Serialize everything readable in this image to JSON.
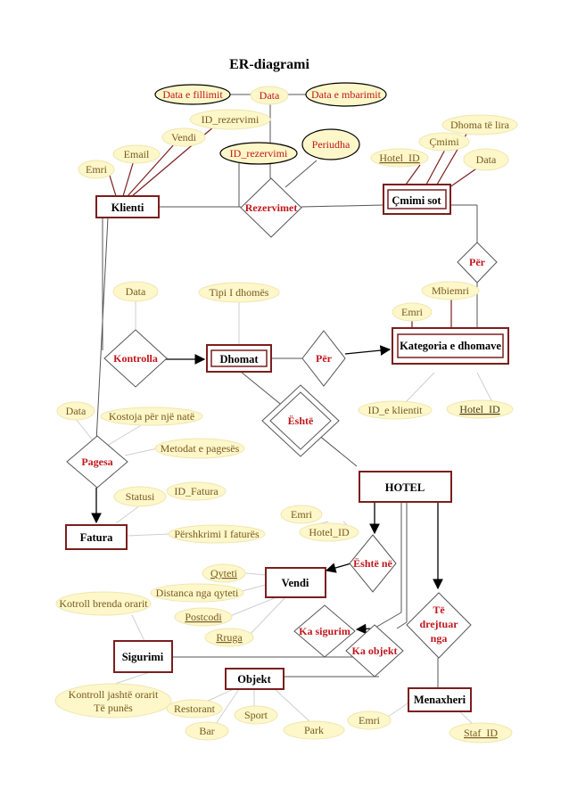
{
  "title": "ER-diagrami",
  "entities": {
    "klienti": "Klienti",
    "cmimi_sot": "Çmimi sot",
    "dhomat": "Dhomat",
    "kategoria": "Kategoria e dhomave",
    "hotel": "HOTEL",
    "fatura": "Fatura",
    "vendi": "Vendi",
    "sigurimi": "Sigurimi",
    "objekt": "Objekt",
    "menaxheri": "Menaxheri"
  },
  "relationships": {
    "rezervimet": "Rezervimet",
    "per_top": "Për",
    "kontrolla": "Kontrolla",
    "per_mid": "Për",
    "eshte": "Është",
    "pagesa": "Pagesa",
    "eshte_ne": "Është në",
    "ka_sigurim": "Ka sigurim",
    "ka_objekt": "Ka objekt",
    "te_drejtuar": [
      "Të",
      "drejtuar",
      "nga"
    ]
  },
  "attributes": {
    "data_fillimit": "Data e fillimit",
    "data_rez": "Data",
    "data_mbarimit": "Data e mbarimit",
    "id_rez_klient": "ID_rezervimi",
    "vendi_klient": "Vendi",
    "email": "Email",
    "emri_klient": "Emri",
    "id_rez_rel": "ID_rezervimi",
    "periudha": "Periudha",
    "dhoma_lira": "Dhoma të lira",
    "cmimi": "Çmimi",
    "hotel_id_cmimi": "Hotel_ID",
    "data_cmimi": "Data",
    "data_kontrolla": "Data",
    "tipi_dhomes": "Tipi I dhomës",
    "mbiemri_kat": "Mbiemri",
    "emri_kat": "Emri",
    "id_klientit": "ID_e klientit",
    "hotel_id_kat": "Hotel_ID",
    "data_pagesa": "Data",
    "kostoja": "Kostoja për një natë",
    "metodat": "Metodat e pagesës",
    "statusi": "Statusi",
    "id_fatura": "ID_Fatura",
    "pershkrimi": "Përshkrimi I faturës",
    "emri_hotel": "Emri",
    "hotel_id": "Hotel_ID",
    "qyteti": "Qyteti",
    "distanca": "Distanca nga qyteti",
    "postcodi": "Postcodi",
    "rruga": "Rruga",
    "kotroll": "Kotroll brenda orarit",
    "kontroll_jashte": [
      "Kontroll jashtë orarit",
      "Të punës"
    ],
    "restorant": "Restorant",
    "sport": "Sport",
    "bar": "Bar",
    "park": "Park",
    "emri_menax": "Emri",
    "staf_id": "Staf_ID"
  },
  "colors": {
    "entity_border": "#7b1e1e",
    "relationship_text": "#c0171c",
    "attribute_fill": "#fdf7c9",
    "attribute_stroke": "#efe6b0",
    "line": "#555555",
    "attr_line": "#cfcfcf",
    "brown_line": "#7b1e1e"
  }
}
